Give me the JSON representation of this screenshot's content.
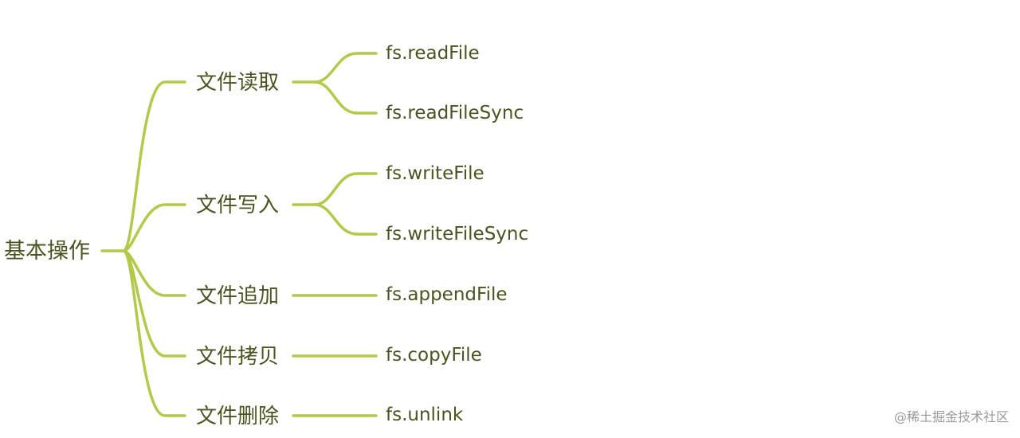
{
  "mindmap": {
    "root": "基本操作",
    "line_color": "#b4c84a",
    "text_color": "#4b5420",
    "branches": [
      {
        "label": "文件读取",
        "children": [
          "fs.readFile",
          "fs.readFileSync"
        ]
      },
      {
        "label": "文件写入",
        "children": [
          "fs.writeFile",
          "fs.writeFileSync"
        ]
      },
      {
        "label": "文件追加",
        "children": [
          "fs.appendFile"
        ]
      },
      {
        "label": "文件拷贝",
        "children": [
          "fs.copyFile"
        ]
      },
      {
        "label": "文件删除",
        "children": [
          "fs.unlink"
        ]
      }
    ]
  },
  "watermark": "@稀土掘金技术社区"
}
